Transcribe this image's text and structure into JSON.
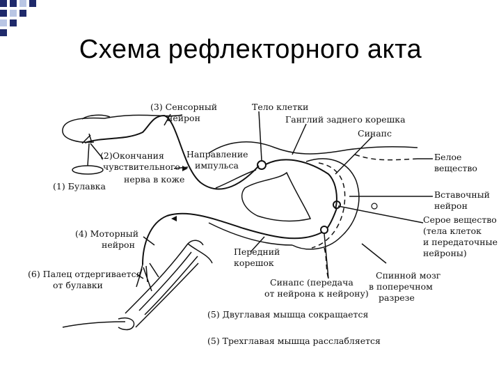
{
  "slide": {
    "title": "Схема рефлекторного акта",
    "accent_color": "#1f2a6b"
  },
  "diagram": {
    "labels": {
      "sensory": [
        "(3) Сенсорный",
        "нейрон"
      ],
      "cell_body": "Тело клетки",
      "ganglion": "Ганглий заднего корешка",
      "synapse": "Синапс",
      "white_matter": [
        "Белое",
        "вещество"
      ],
      "endings": [
        "(2)Окончания",
        "чувствительного",
        "нерва в коже"
      ],
      "direction": [
        "Направление",
        "импульса"
      ],
      "pin": "(1) Булавка",
      "interneuron": [
        "Вставочный",
        "нейрон"
      ],
      "grey_matter": [
        "Серое вещество",
        "(тела клеток",
        "и передаточные",
        "нейроны)"
      ],
      "motor": [
        "(4) Моторный",
        "нейрон"
      ],
      "anterior_root": [
        "Передний",
        "корешок"
      ],
      "finger": [
        "(6) Палец отдергивается",
        "от булавки"
      ],
      "spinal_cord": [
        "Спинной мозг",
        "в поперечном",
        "разрезе"
      ],
      "synapse_transfer": [
        "Синапс (передача",
        "от нейрона к нейрону)"
      ],
      "biceps": "(5) Двуглавая мышца сокращается",
      "triceps": "(5) Трехглавая мышца расслабляется"
    }
  }
}
